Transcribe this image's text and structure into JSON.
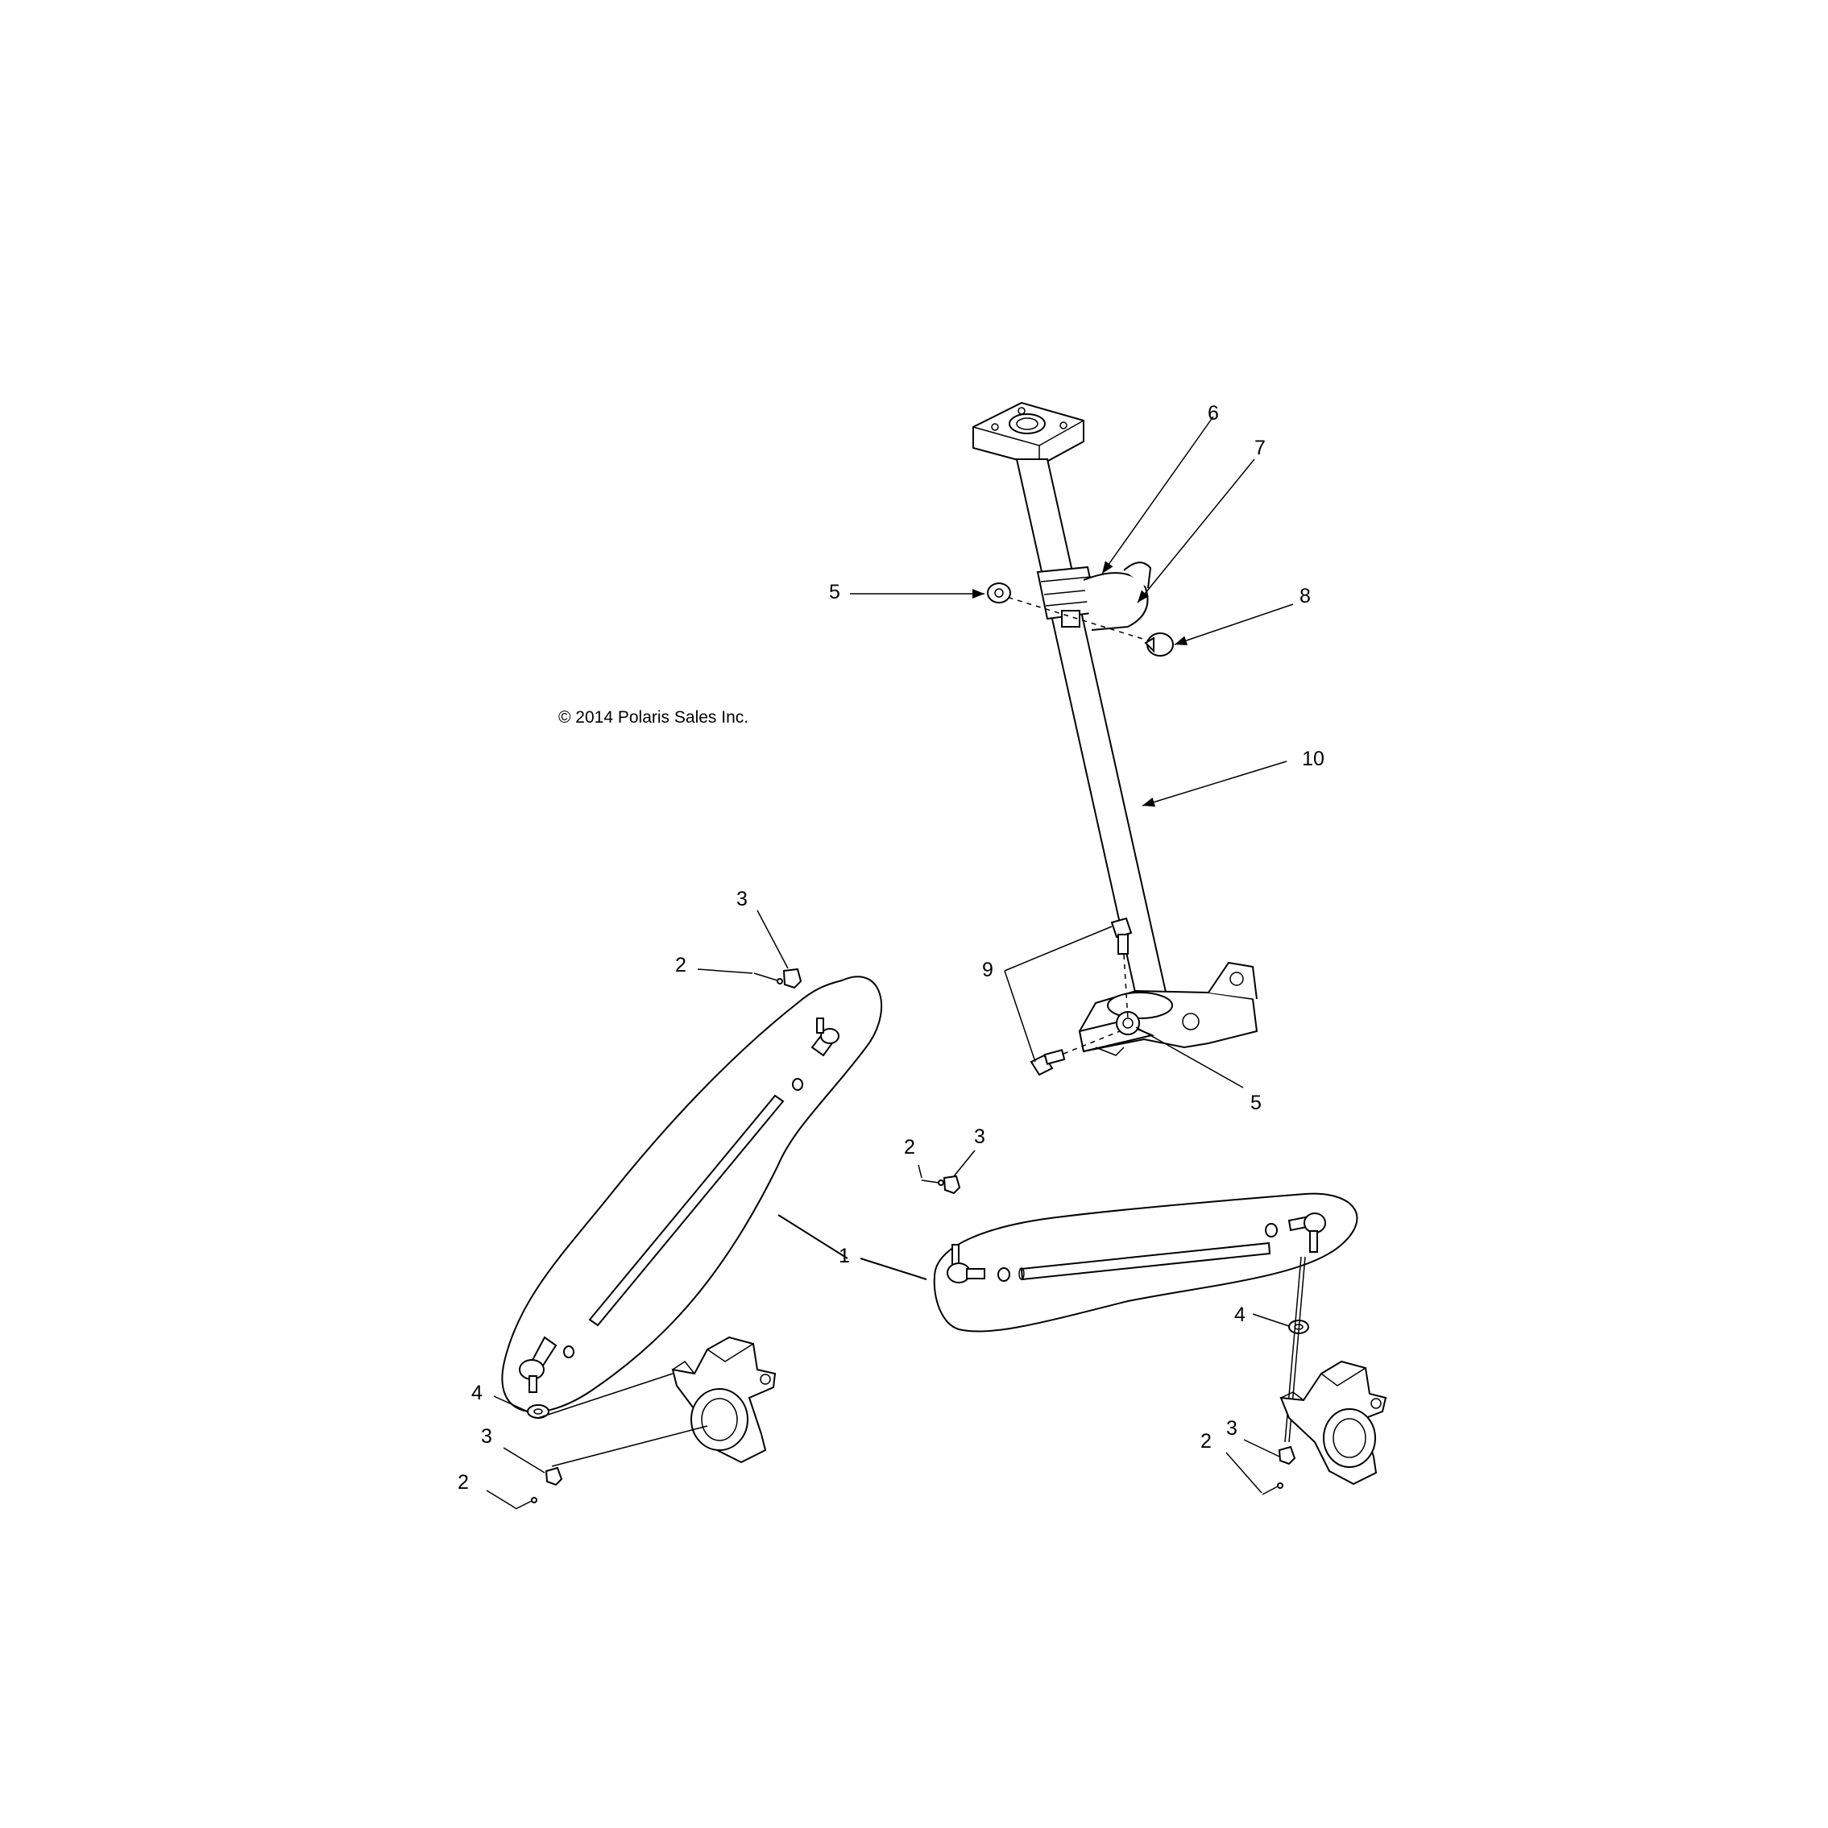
{
  "copyright": "© 2014 Polaris Sales Inc.",
  "callouts": {
    "c1": "1",
    "c2a": "2",
    "c2b": "2",
    "c2c": "2",
    "c2d": "2",
    "c3a": "3",
    "c3b": "3",
    "c3c": "3",
    "c3d": "3",
    "c4a": "4",
    "c4b": "4",
    "c5a": "5",
    "c5b": "5",
    "c6": "6",
    "c7": "7",
    "c8": "8",
    "c9": "9",
    "c10": "10"
  }
}
